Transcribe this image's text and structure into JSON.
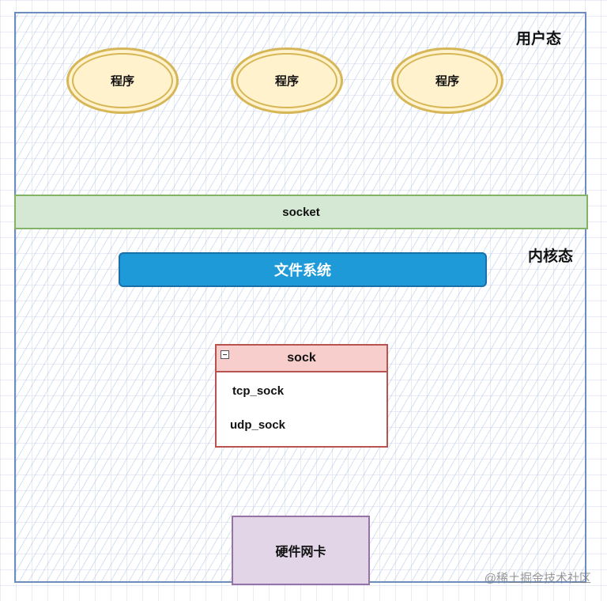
{
  "zones": {
    "user_space": "用户态",
    "kernel_space": "内核态"
  },
  "programs": [
    "程序",
    "程序",
    "程序"
  ],
  "socket_layer": "socket",
  "filesystem": "文件系统",
  "sock_class": {
    "title": "sock",
    "members": [
      "tcp_sock",
      "udp_sock"
    ]
  },
  "hardware": "硬件网卡",
  "watermark": "@稀土掘金技术社区",
  "colors": {
    "frame_border": "#6c8ebf",
    "program_fill": "#fff2cc",
    "program_border": "#d6b656",
    "socket_fill": "#d5e8d4",
    "socket_border": "#82b366",
    "filesystem_fill": "#1f9ad9",
    "sock_header_fill": "#f8cecc",
    "sock_border": "#b85450",
    "hardware_fill": "#e1d5e7",
    "hardware_border": "#9673a6"
  }
}
